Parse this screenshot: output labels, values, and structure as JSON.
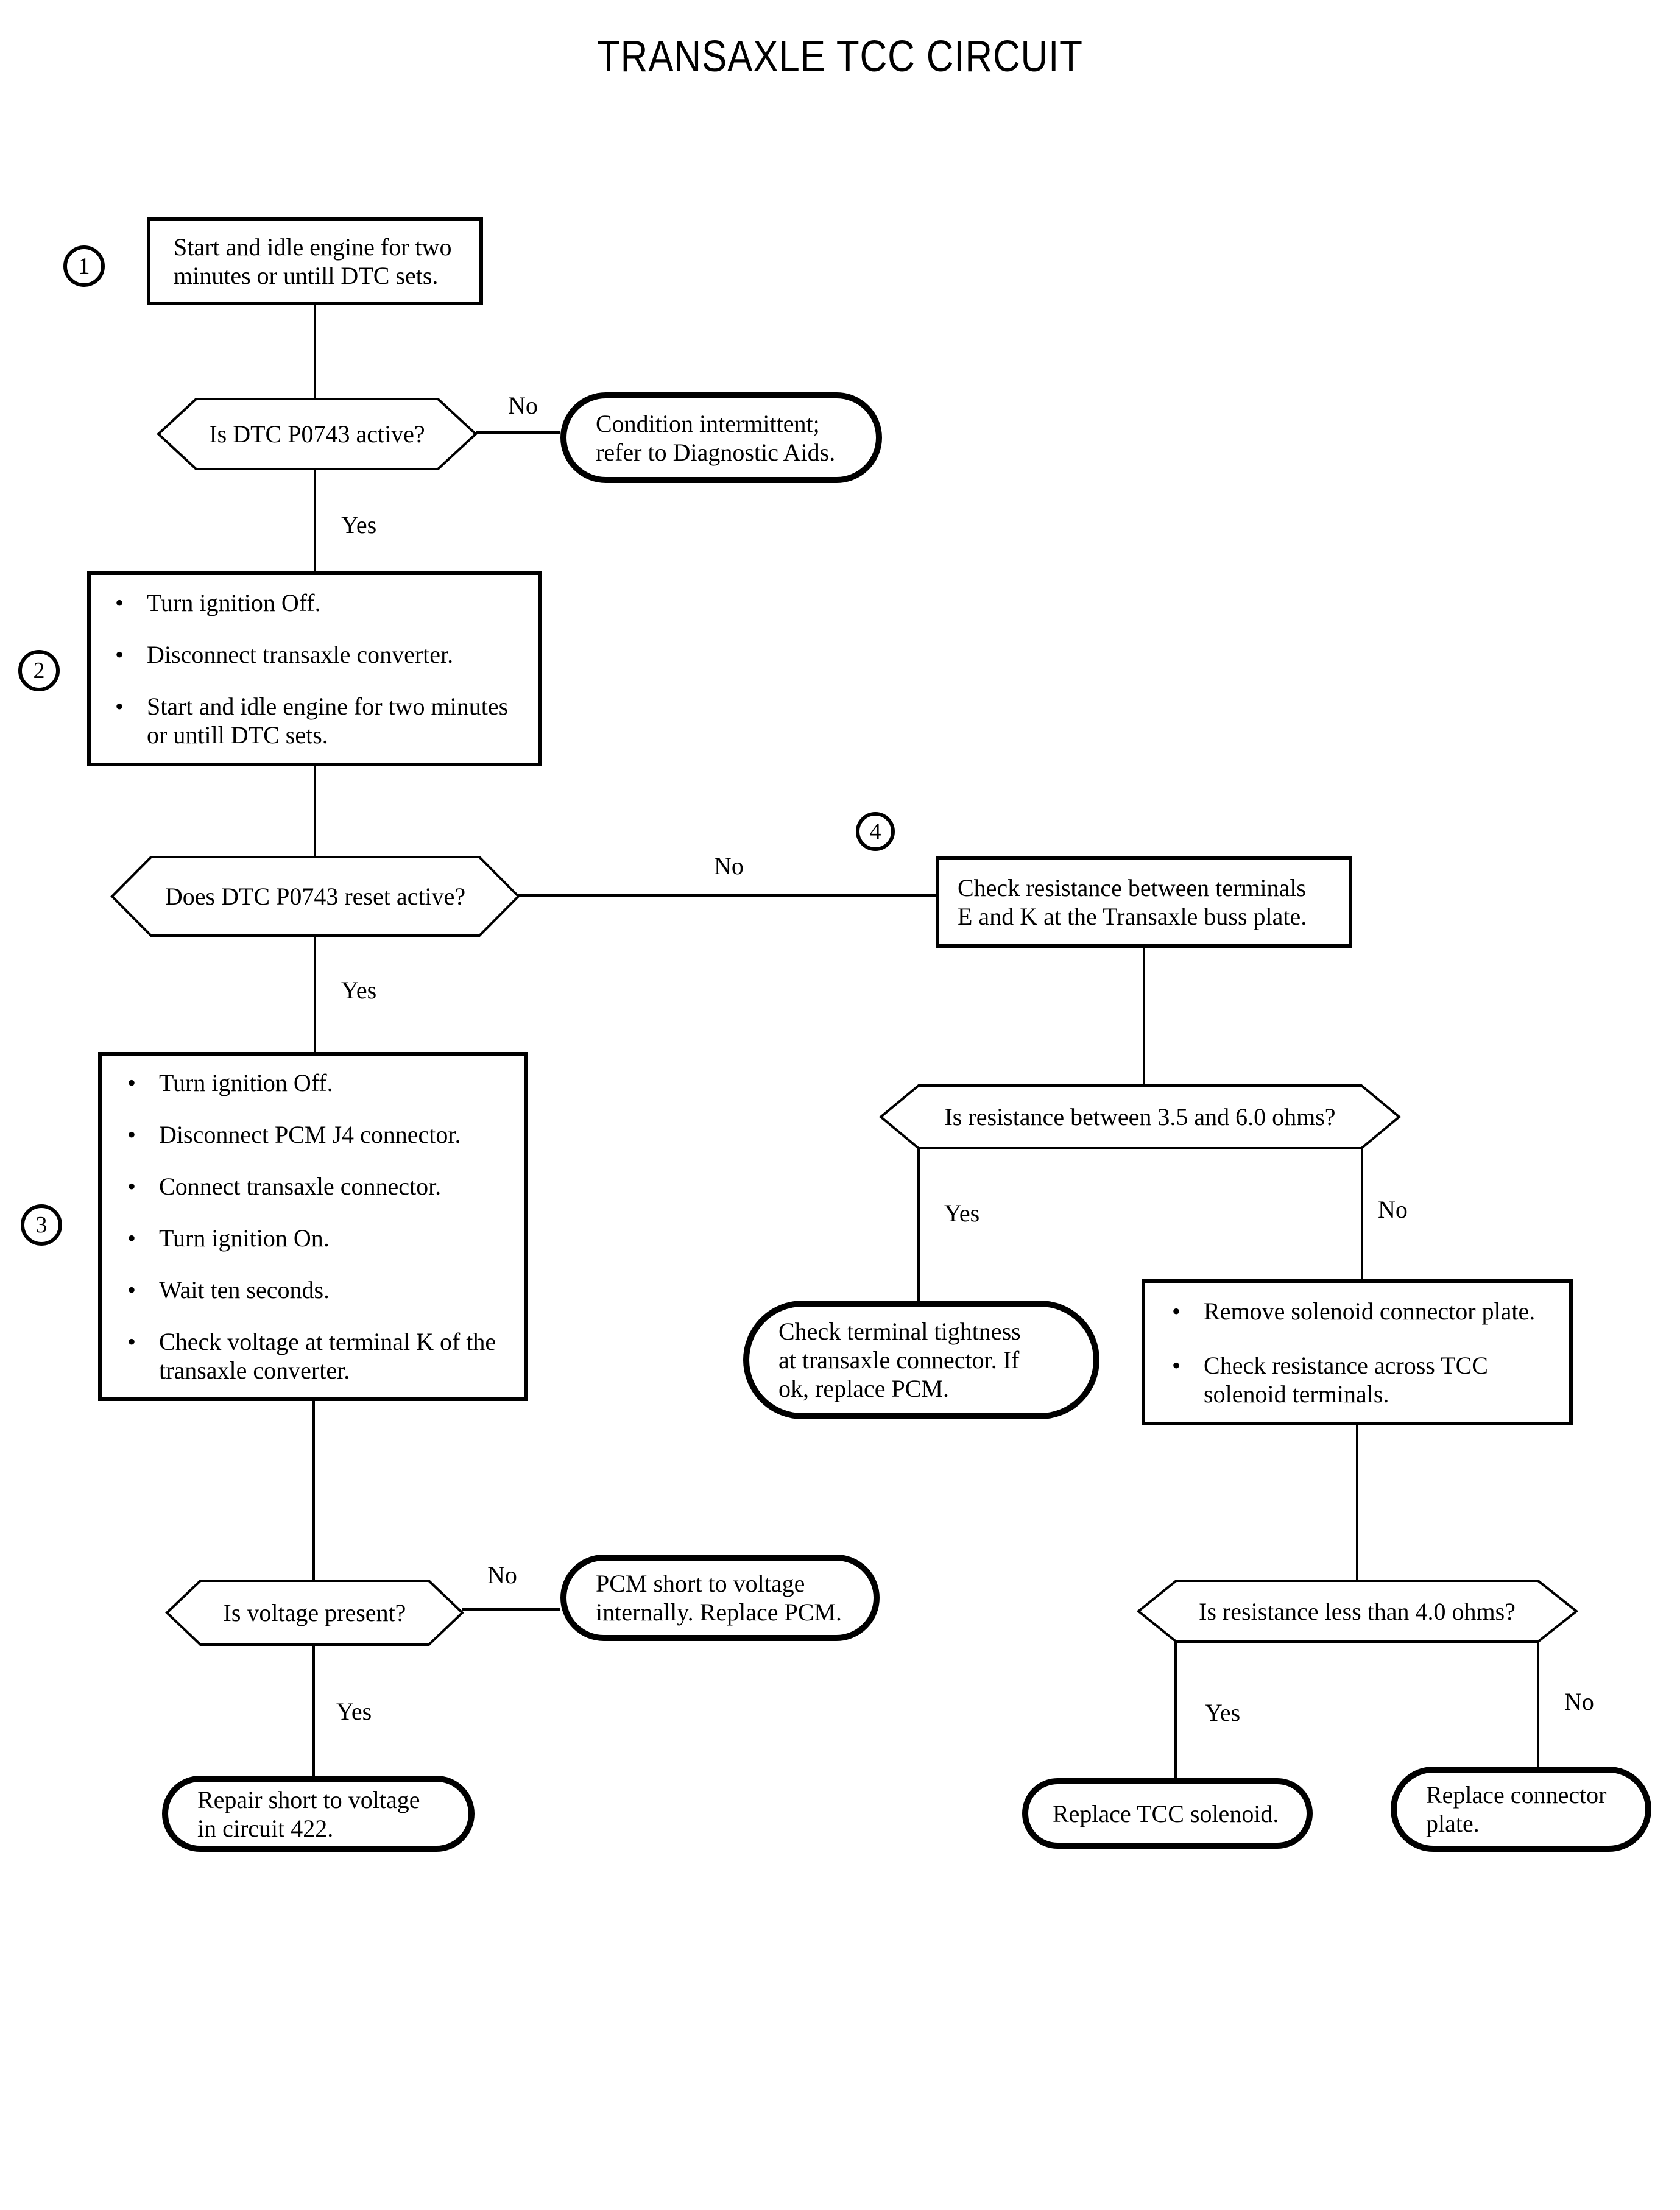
{
  "title": "TRANSAXLE TCC CIRCUIT",
  "glyphs": {
    "bullet": "•"
  },
  "labels": {
    "yes": "Yes",
    "no": "No"
  },
  "steps": {
    "s1": "1",
    "s2": "2",
    "s3": "3",
    "s4": "4"
  },
  "nodes": {
    "start_box": {
      "text": "Start and idle engine for two\nminutes or untill DTC sets."
    },
    "dtc_active_decision": {
      "text": "Is DTC P0743 active?"
    },
    "condition_intermittent": {
      "text": "Condition intermittent;\nrefer to Diagnostic Aids."
    },
    "step2_box": {
      "items": [
        "Turn ignition Off.",
        "Disconnect transaxle converter.",
        "Start and idle engine for two minutes\nor untill DTC sets."
      ]
    },
    "dtc_reset_decision": {
      "text": "Does DTC P0743 reset active?"
    },
    "check_resistance_box": {
      "text": "Check resistance between terminals\nE and K at the Transaxle buss plate."
    },
    "step3_box": {
      "items": [
        "Turn ignition Off.",
        "Disconnect PCM J4 connector.",
        "Connect transaxle connector.",
        "Turn ignition On.",
        "Wait ten seconds.",
        "Check voltage at terminal K of the\ntransaxle converter."
      ]
    },
    "resistance_range_decision": {
      "text": "Is resistance between 3.5 and 6.0 ohms?"
    },
    "terminal_tightness": {
      "text": "Check terminal tightness\nat transaxle connector. If\nok, replace PCM."
    },
    "remove_solenoid_box": {
      "items": [
        "Remove solenoid connector plate.",
        "Check resistance across TCC\nsolenoid terminals."
      ]
    },
    "voltage_present_decision": {
      "text": "Is voltage present?"
    },
    "pcm_short": {
      "text": "PCM short to voltage\ninternally. Replace PCM."
    },
    "repair_short": {
      "text": "Repair short to voltage\nin circuit 422."
    },
    "resistance_less_decision": {
      "text": "Is resistance less than 4.0 ohms?"
    },
    "replace_tcc_solenoid": {
      "text": "Replace TCC solenoid."
    },
    "replace_connector_plate": {
      "text": "Replace connector\nplate."
    }
  }
}
